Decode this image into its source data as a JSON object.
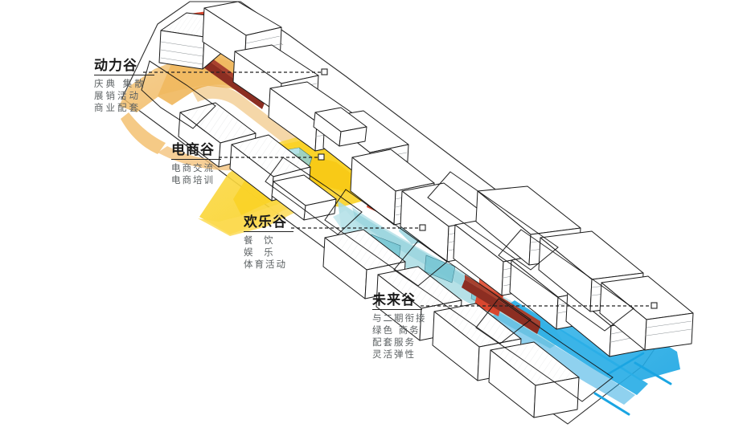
{
  "diagram": {
    "type": "architectural-masterplan-axonometric",
    "background_color": "#ffffff",
    "description": "Axonometric urban masterplan diagram of a linear site divided into four themed valleys running from upper-left to lower-right, each highlighted with a coloured ribbon and annotated with a dashed leader line."
  },
  "labels": [
    {
      "id": "dongli",
      "title": "动力谷",
      "zone_color": "#F0B860",
      "sub": [
        "庆典 集散",
        "展销活动",
        "商业配套"
      ]
    },
    {
      "id": "dianshang",
      "title": "电商谷",
      "zone_color": "#FAD328",
      "sub": [
        "电商交流",
        "电商培训"
      ]
    },
    {
      "id": "huanle",
      "title": "欢乐谷",
      "zone_color": "#A9DCE3",
      "sub": [
        "餐  饮",
        "娱  乐",
        "体育活动"
      ]
    },
    {
      "id": "weilai",
      "title": "未来谷",
      "zone_color": "#29AEE6",
      "sub": [
        "与二期衔接",
        "绿色  商务",
        "配套服务",
        "灵活弹性"
      ]
    }
  ],
  "palette": {
    "orange_zone": "#F0B860",
    "orange_zone_soft": "#F6CE8C",
    "yellow_zone": "#FAD328",
    "yellow_zone_soft": "#FBDE5E",
    "teal_zone": "#A9DCE3",
    "teal_zone_soft": "#C3E6EC",
    "blue_zone": "#29AEE6",
    "accent_red": "#D9472F",
    "accent_darkred": "#8C2E22",
    "building_fill": "#FFFFFF",
    "building_stroke": "#1a1a1a",
    "hatch_stroke": "#7d8488",
    "site_boundary": "#111111",
    "leader_line": "#222222",
    "label_title": "#1a1a1a",
    "label_sub": "#5c6163"
  }
}
